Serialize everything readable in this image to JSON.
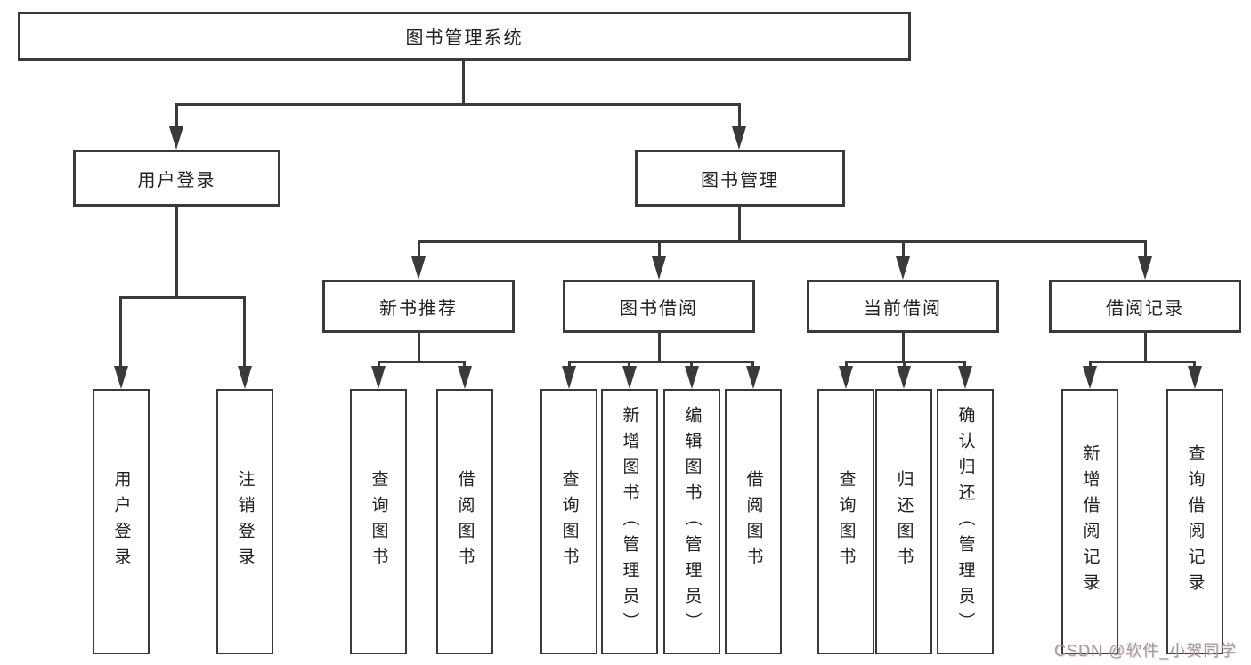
{
  "diagram": {
    "type": "hierarchy-tree",
    "title": "图书管理系统"
  },
  "colors": {
    "line": "#3a3a3a",
    "box_border": "#3a3a3a",
    "box_fill": "#ffffff",
    "text": "#212121",
    "watermark": "#9c9c9c",
    "background": "#ffffff"
  },
  "nodes": {
    "root": {
      "label": "图书管理系统"
    },
    "level2": [
      {
        "label": "用户登录"
      },
      {
        "label": "图书管理"
      }
    ],
    "level3": [
      {
        "label": "新书推荐"
      },
      {
        "label": "图书借阅"
      },
      {
        "label": "当前借阅"
      },
      {
        "label": "借阅记录"
      }
    ],
    "leaves": {
      "user_login": [
        {
          "label": "用户登录"
        },
        {
          "label": "注销登录"
        }
      ],
      "new_book": [
        {
          "label": "查询图书"
        },
        {
          "label": "借阅图书"
        }
      ],
      "book_borrow": [
        {
          "label": "查询图书"
        },
        {
          "label": "新增图书（管理员）"
        },
        {
          "label": "编辑图书（管理员）"
        },
        {
          "label": "借阅图书"
        }
      ],
      "current_borrow": [
        {
          "label": "查询图书"
        },
        {
          "label": "归还图书"
        },
        {
          "label": "确认归还（管理员）"
        }
      ],
      "borrow_records": [
        {
          "label": "新增借阅记录"
        },
        {
          "label": "查询借阅记录"
        }
      ]
    }
  },
  "watermark": {
    "text": "CSDN @软件_小贺同学"
  }
}
